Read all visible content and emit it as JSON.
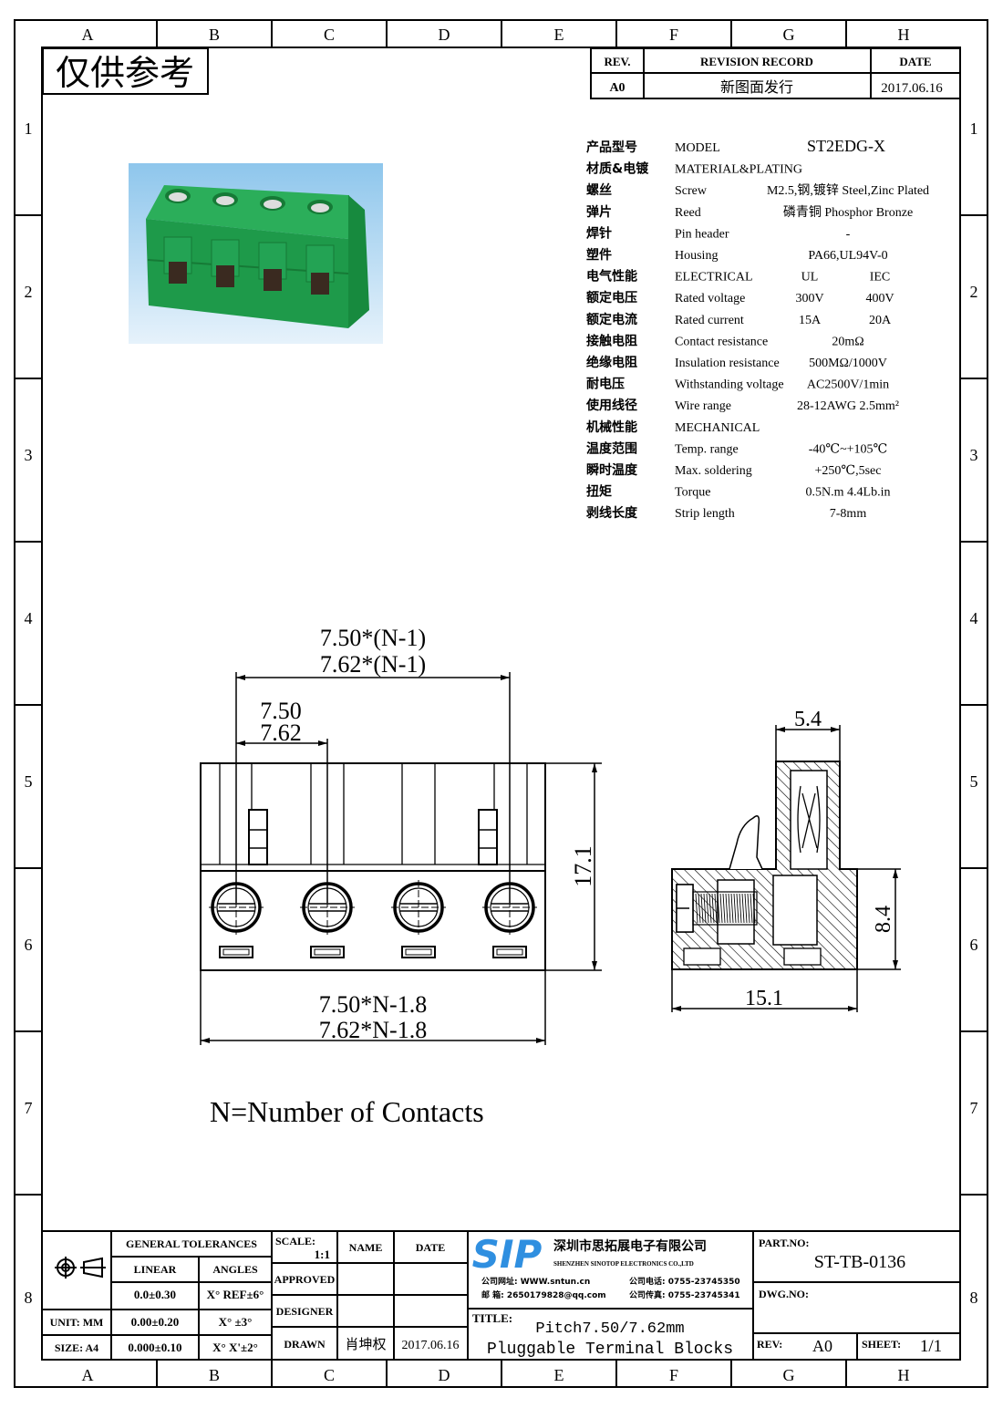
{
  "frame": {
    "columns": [
      "A",
      "B",
      "C",
      "D",
      "E",
      "F",
      "G",
      "H"
    ],
    "rows": [
      "1",
      "2",
      "3",
      "4",
      "5",
      "6",
      "7",
      "8"
    ]
  },
  "stamp": "仅供参考",
  "revision": {
    "headers": [
      "REV.",
      "REVISION RECORD",
      "DATE"
    ],
    "row": [
      "A0",
      "新图面发行",
      "2017.06.16"
    ]
  },
  "specs": [
    {
      "cn": "产品型号",
      "en": "MODEL",
      "v1": "ST2EDG-X",
      "v2": ""
    },
    {
      "cn": "材质&电镀",
      "en": "MATERIAL&PLATING",
      "v1": "",
      "v2": ""
    },
    {
      "cn": "螺丝",
      "en": "Screw",
      "v1": "M2.5,钢,镀锌 Steel,Zinc Plated",
      "v2": ""
    },
    {
      "cn": "弹片",
      "en": "Reed",
      "v1": "磷青铜 Phosphor Bronze",
      "v2": ""
    },
    {
      "cn": "焊针",
      "en": "Pin header",
      "v1": "-",
      "v2": ""
    },
    {
      "cn": "塑件",
      "en": "Housing",
      "v1": "PA66,UL94V-0",
      "v2": ""
    },
    {
      "cn": "电气性能",
      "en": "ELECTRICAL",
      "v1": "UL",
      "v2": "IEC"
    },
    {
      "cn": "额定电压",
      "en": "Rated voltage",
      "v1": "300V",
      "v2": "400V"
    },
    {
      "cn": "额定电流",
      "en": "Rated current",
      "v1": "15A",
      "v2": "20A"
    },
    {
      "cn": "接触电阻",
      "en": "Contact resistance",
      "v1": "20mΩ",
      "v2": ""
    },
    {
      "cn": "绝缘电阻",
      "en": "Insulation resistance",
      "v1": "500MΩ/1000V",
      "v2": ""
    },
    {
      "cn": "耐电压",
      "en": "Withstanding voltage",
      "v1": "AC2500V/1min",
      "v2": ""
    },
    {
      "cn": "使用线径",
      "en": "Wire range",
      "v1": "28-12AWG 2.5mm²",
      "v2": ""
    },
    {
      "cn": "机械性能",
      "en": "MECHANICAL",
      "v1": "",
      "v2": ""
    },
    {
      "cn": "温度范围",
      "en": "Temp. range",
      "v1": "-40℃~+105℃",
      "v2": ""
    },
    {
      "cn": "瞬时温度",
      "en": "Max. soldering",
      "v1": "+250℃,5sec",
      "v2": ""
    },
    {
      "cn": "扭矩",
      "en": "Torque",
      "v1": "0.5N.m 4.4Lb.in",
      "v2": ""
    },
    {
      "cn": "剥线长度",
      "en": "Strip length",
      "v1": "7-8mm",
      "v2": ""
    }
  ],
  "dimensions": {
    "span_a": "7.50*(N-1)",
    "span_b": "7.62*(N-1)",
    "pitch_a": "7.50",
    "pitch_b": "7.62",
    "height": "17.1",
    "length_a": "7.50*N-1.8",
    "length_b": "7.62*N-1.8",
    "side_top": "5.4",
    "side_height": "8.4",
    "side_depth": "15.1"
  },
  "note": "N=Number of Contacts",
  "title_block": {
    "general_tolerances": "GENERAL TOLERANCES",
    "linear": "LINEAR",
    "angles": "ANGLES",
    "tol_rows": [
      [
        "0.0±0.30",
        "X° REF±6°"
      ],
      [
        "0.00±0.20",
        "X° ±3°"
      ],
      [
        "0.000±0.10",
        "X° X'±2°"
      ]
    ],
    "unit": "UNIT: MM",
    "size": "SIZE: A4",
    "scale_label": "SCALE:",
    "scale_value": "1:1",
    "name": "NAME",
    "date": "DATE",
    "approved": "APPROVED",
    "designer": "DESIGNER",
    "drawn": "DRAWN",
    "drawn_name": "肖坤权",
    "drawn_date": "2017.06.16",
    "company_logo": "SIP",
    "company_cn": "深圳市思拓展电子有限公司",
    "company_en": "SHENZHEN SINOTOP ELECTRONICS CO.,LTD",
    "website": "公司网址: WWW.sntun.cn",
    "email": "邮    箱: 2650179828@qq.com",
    "phone": "公司电话: 0755-23745350",
    "fax": "公司传真: 0755-23745341",
    "title_label": "TITLE:",
    "title_line1": "Pitch7.50/7.62mm",
    "title_line2": "Pluggable Terminal Blocks",
    "part_no_label": "PART.NO:",
    "part_no": "ST-TB-0136",
    "dwg_no_label": "DWG.NO:",
    "rev_label": "REV:",
    "rev": "A0",
    "sheet_label": "SHEET:",
    "sheet": "1/1"
  },
  "colors": {
    "logo": "#2f8fe0",
    "housing": "#1e9a4a",
    "photo_bg": "#a8d4f0"
  }
}
